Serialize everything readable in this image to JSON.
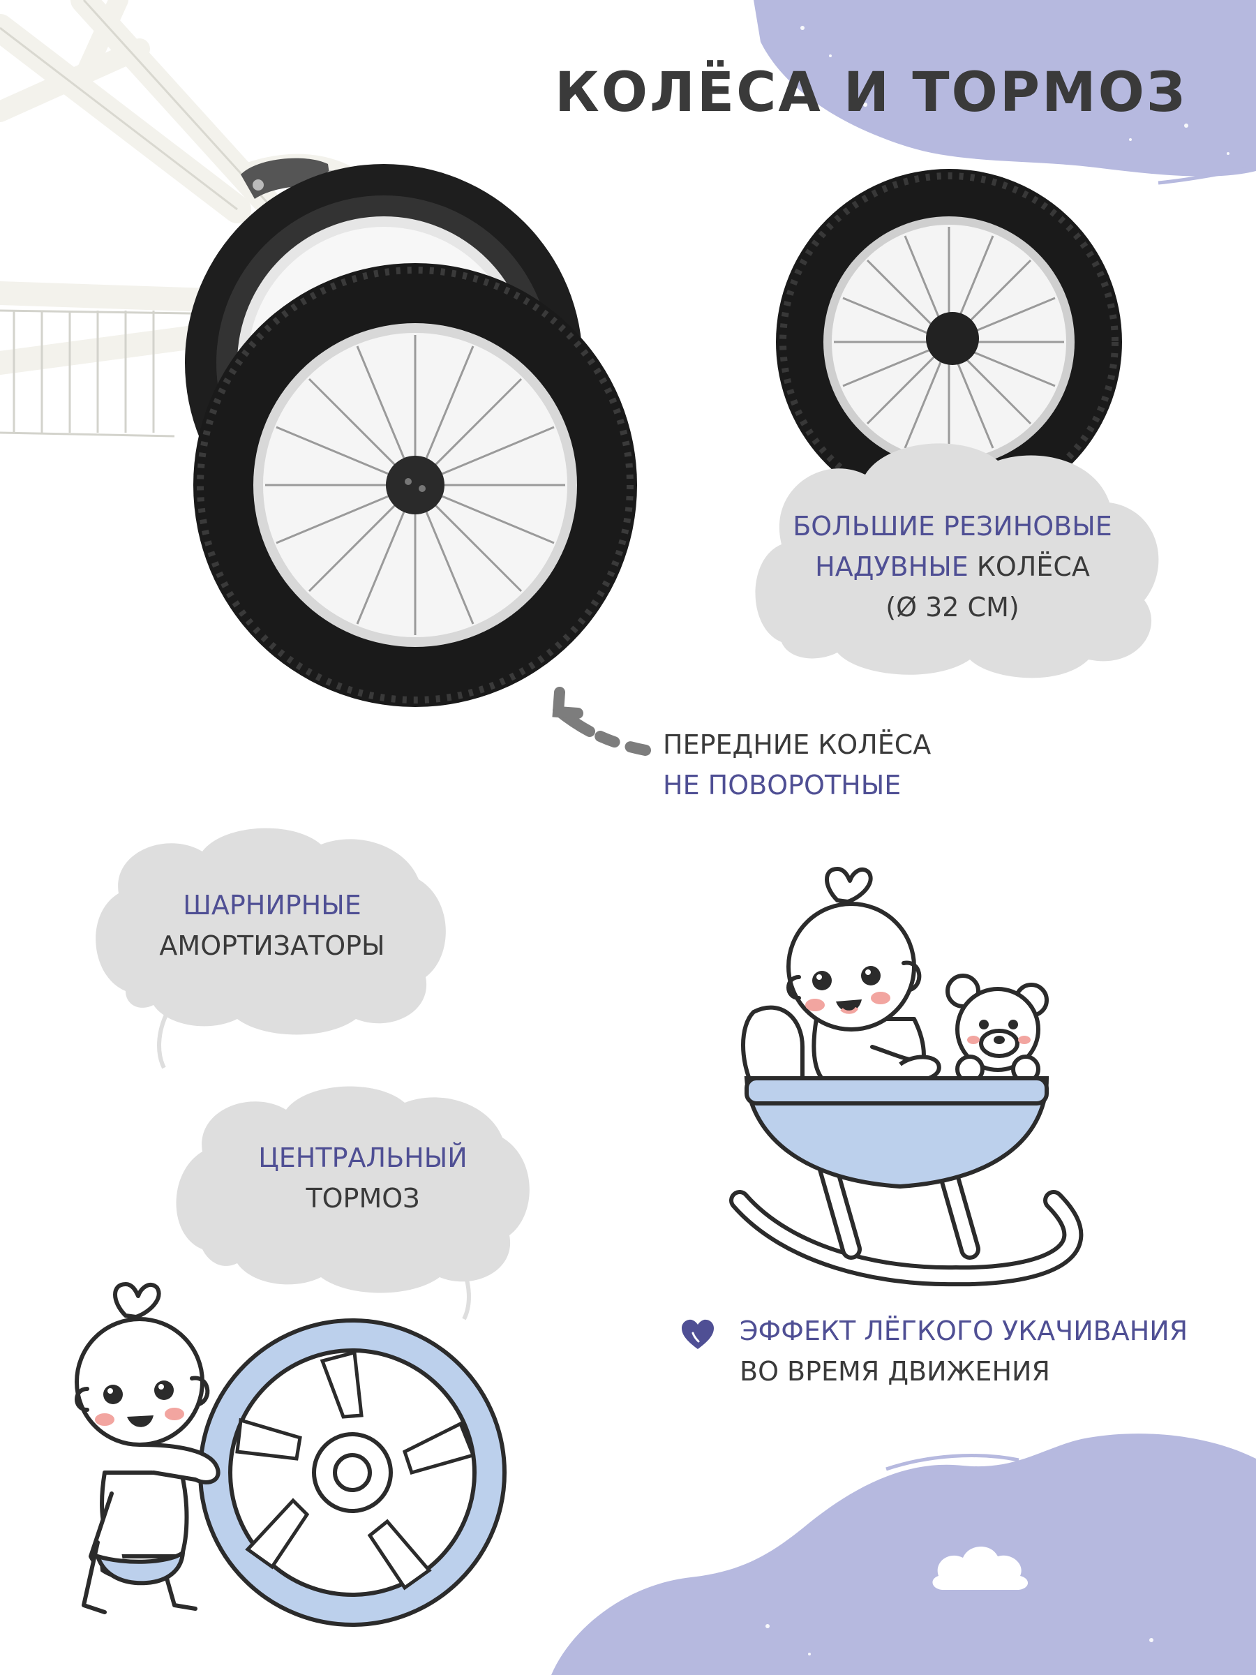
{
  "title": "КОЛЁСА И ТОРМОЗ",
  "colors": {
    "accent_text": "#4f4f94",
    "dark_text": "#3a3a3a",
    "lavender": "#b6b9df",
    "light_blue": "#bcd0ec",
    "bubble_gray": "#dedede",
    "arrow_gray": "#7d7d7d"
  },
  "callouts": {
    "wheels": {
      "line1": "БОЛЬШИЕ РЕЗИНОВЫЕ",
      "line2_accent": "НАДУВНЫЕ",
      "line2_rest": "КОЛЁСА",
      "line3": "(Ø 32 СМ)"
    },
    "front": {
      "line1": "ПЕРЕДНИЕ КОЛЁСА",
      "line2": "НЕ ПОВОРОТНЫЕ"
    },
    "shock": {
      "line1": "ШАРНИРНЫЕ",
      "line2": "АМОРТИЗАТОРЫ"
    },
    "brake": {
      "line1": "ЦЕНТРАЛЬНЫЙ",
      "line2": "ТОРМОЗ"
    },
    "rocking": {
      "line1": "ЭФФЕКТ ЛЁГКОГО УКАЧИВАНИЯ",
      "line2": "ВО ВРЕМЯ ДВИЖЕНИЯ"
    }
  },
  "icons": {
    "heart": "heart-icon",
    "cloud": "cloud-icon",
    "arrow": "dashed-arrow-icon",
    "baby_wheel": "baby-pushing-wheel-illustration",
    "baby_cradle": "baby-in-cradle-illustration",
    "teddy": "teddy-bear-icon"
  }
}
